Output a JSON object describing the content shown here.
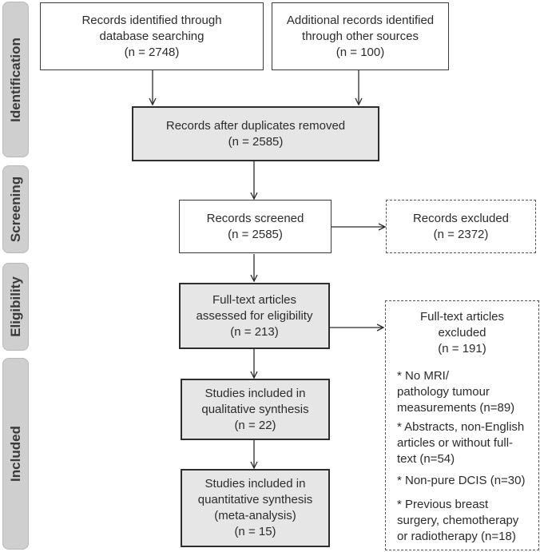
{
  "phases": {
    "identification": "Identification",
    "screening": "Screening",
    "eligibility": "Eligibility",
    "included": "Included"
  },
  "boxes": {
    "db_search": [
      "Records identified through",
      "database searching",
      "(n = 2748)"
    ],
    "other_sources": [
      "Additional records identified",
      "through other sources",
      "(n = 100)"
    ],
    "dup_removed": [
      "Records after duplicates removed",
      "(n = 2585)"
    ],
    "screened": [
      "Records screened",
      "(n = 2585)"
    ],
    "excluded": [
      "Records excluded",
      "(n = 2372)"
    ],
    "fulltext": [
      "Full-text articles",
      "assessed for eligibility",
      "(n = 213)"
    ],
    "qualitative": [
      "Studies included in",
      "qualitative synthesis",
      "(n = 22)"
    ],
    "quantitative": [
      "Studies included in",
      "quantitative synthesis",
      "(meta-analysis)",
      "(n = 15)"
    ]
  },
  "fulltext_excluded": {
    "heading": [
      "Full-text articles",
      "excluded",
      "(n = 191)"
    ],
    "reasons": [
      [
        "* No MRI/",
        "pathology tumour",
        "measurements (n=89)"
      ],
      [
        "* Abstracts, non-English",
        "articles or without full-",
        "text (n=54)"
      ],
      [
        "* Non-pure DCIS (n=30)"
      ],
      [
        "* Previous breast",
        "surgery, chemotherapy",
        "or radiotherapy (n=18)"
      ]
    ]
  }
}
